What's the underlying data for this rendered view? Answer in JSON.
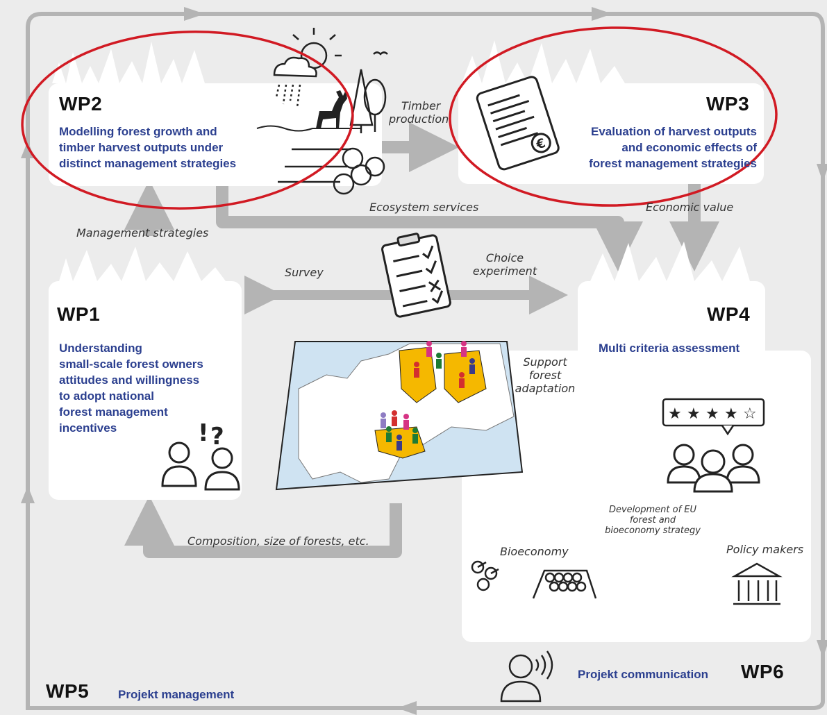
{
  "colors": {
    "background": "#ececec",
    "box": "#ffffff",
    "arrow": "#b4b4b4",
    "wp_title": "#111111",
    "wp_text": "#2b3f8f",
    "highlight": "#d11a23",
    "map_country": "#f5b800",
    "map_sea": "#cfe3f2"
  },
  "wp2": {
    "title": "WP2",
    "lines": [
      "Modelling forest growth and",
      "timber harvest outputs under",
      "distinct management strategies"
    ]
  },
  "wp3": {
    "title": "WP3",
    "lines": [
      "Evaluation of harvest outputs",
      "and economic effects of",
      "forest management strategies"
    ]
  },
  "wp1": {
    "title": "WP1",
    "lines": [
      "Understanding",
      "small-scale forest owners",
      "attitudes and willingness",
      "to adopt national",
      "forest management",
      "incentives"
    ]
  },
  "wp4": {
    "title": "WP4",
    "text": "Multi criteria assessment"
  },
  "wp5": {
    "title": "WP5",
    "text": "Projekt management"
  },
  "wp6": {
    "title": "WP6",
    "text": "Projekt communication"
  },
  "flows": {
    "timber": [
      "Timber",
      "production"
    ],
    "ecosystem": "Ecosystem services",
    "economic": "Economic value",
    "management": "Management strategies",
    "survey": "Survey",
    "choice": [
      "Choice",
      "experiment"
    ],
    "support": [
      "Support",
      "forest",
      "adaptation"
    ],
    "composition": "Composition, size of forests, etc.",
    "development": [
      "Development of EU",
      "forest and",
      "bioeconomy strategy"
    ],
    "bioeconomy": "Bioeconomy",
    "policy": "Policy makers"
  },
  "icons": [
    "weather-icon",
    "deer-icon",
    "trees-icon",
    "logs-icon",
    "invoice-euro-icon",
    "checklist-icon",
    "europe-map-icon",
    "people-icon",
    "question-icon",
    "rating-icon",
    "group-icon",
    "cable-reels-icon",
    "wood-pile-icon",
    "parliament-icon",
    "speaker-icon"
  ],
  "rating": {
    "filled": 4,
    "total": 5
  }
}
